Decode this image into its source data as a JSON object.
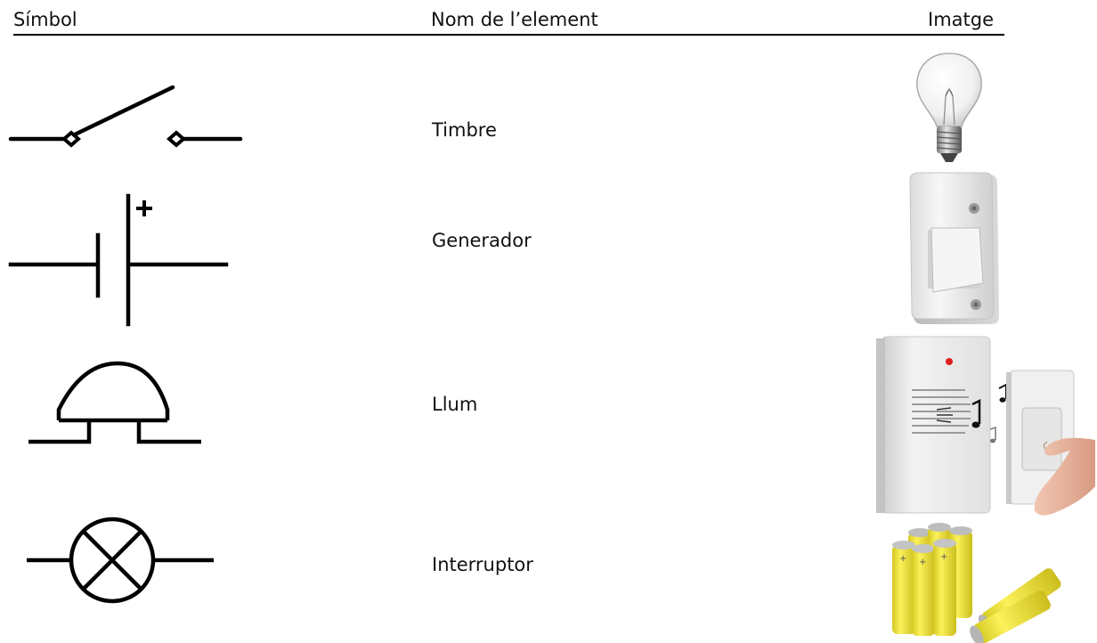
{
  "header": {
    "symbol_label": "Símbol",
    "name_label": "Nom de l’element",
    "image_label": "Imatge"
  },
  "rows": [
    {
      "symbol_icon": "switch-symbol-icon",
      "name": "Timbre",
      "image_icon": "light-bulb-image"
    },
    {
      "symbol_icon": "battery-generator-symbol-icon",
      "name": "Generador",
      "image_icon": "light-switch-image"
    },
    {
      "symbol_icon": "bell-symbol-icon",
      "name": "Llum",
      "image_icon": "doorbell-image"
    },
    {
      "symbol_icon": "lamp-symbol-icon",
      "name": "Interruptor",
      "image_icon": "batteries-image"
    }
  ],
  "colors": {
    "text": "#111111",
    "rule": "#000000",
    "battery_yellow": "#f2e63a",
    "appliance_white": "#eeeeee"
  }
}
